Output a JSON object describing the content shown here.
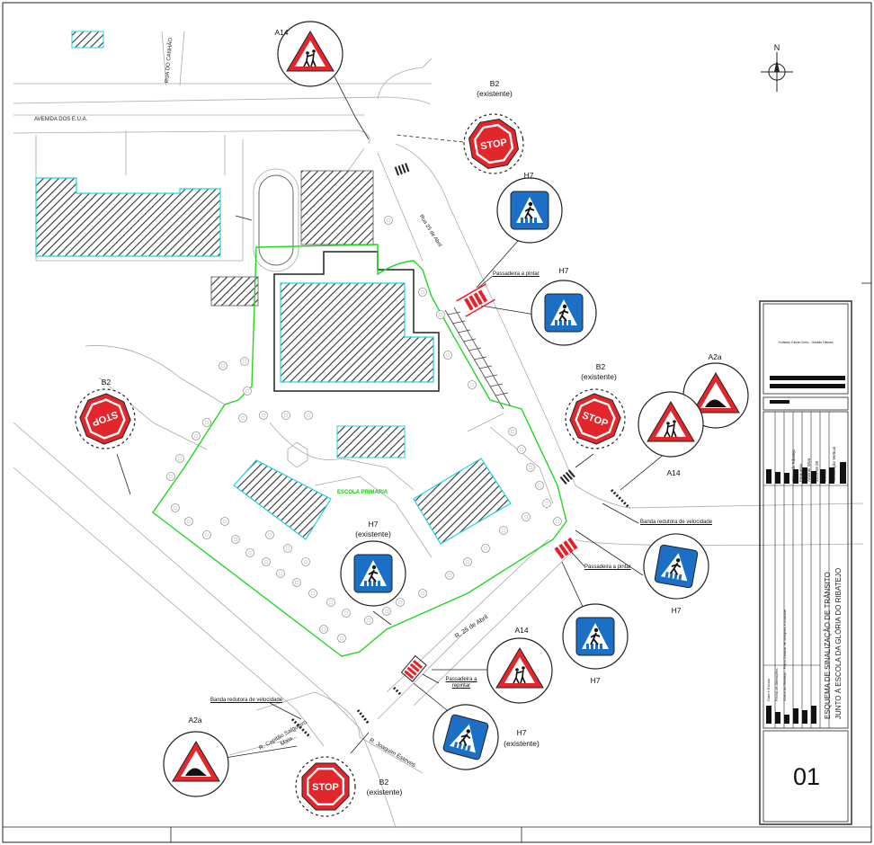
{
  "drawing": {
    "sheet_number": "01",
    "title_line1": "ESQUEMA DE SINALIZAÇÃO DE TRÂNSITO",
    "title_line2": "JUNTO À ESCOLA DA GLÓRIA DO RIBATEJO",
    "logo_text": "+Ulisses Glória Certo - Gestão Ulisses",
    "block_fields": [
      "Glória do Ribatejo",
      "Freguesia",
      "António Silva",
      "2019-03-28",
      "1:1000",
      "Sinalização Vertical"
    ],
    "block_small": [
      "Glória do Ribatejo - Plano Salazar de Marques e Andrade",
      "Fecha de Alterações",
      "Data e Escala"
    ]
  },
  "streets": {
    "avenida": "AVENIDA DOS E.U.A.",
    "rua_ouro": "RUA DO CANHÃO",
    "rua_25_abril_short": "Rua 25 de Abril",
    "rua_25_abril": "R. 25 de Abril",
    "capitao": "R. Capitão Salgueiro Maia",
    "joaquim": "R. Joaquim Esteves"
  },
  "school_label": "ESCOLA PRIMARIA",
  "signs": [
    {
      "code": "A14",
      "note": ""
    },
    {
      "code": "B2",
      "note": "(existente)"
    },
    {
      "code": "H7",
      "note": ""
    },
    {
      "code": "H7",
      "note": ""
    },
    {
      "code": "B2",
      "note": "(existente)"
    },
    {
      "code": "A2a",
      "note": ""
    },
    {
      "code": "A14",
      "note": ""
    },
    {
      "code": "B2",
      "note": ""
    },
    {
      "code": "H7",
      "note": "(existente)"
    },
    {
      "code": "H7",
      "note": ""
    },
    {
      "code": "H7",
      "note": ""
    },
    {
      "code": "A14",
      "note": ""
    },
    {
      "code": "H7",
      "note": "(existente)"
    },
    {
      "code": "A2a",
      "note": ""
    },
    {
      "code": "B2",
      "note": "(existente)"
    }
  ],
  "stop_text": "STOP",
  "callouts": {
    "passadeira_pintar_1": "Passadeira a pintar",
    "passadeira_pintar_2": "Passadeira a pintar",
    "passadeira_repintar": "Passadeira a repintar",
    "banda_1": "Banda redutora de velocidade",
    "banda_2": "Banda redutora de velocidade"
  },
  "north_label": "N",
  "colors": {
    "sign_red": "#e3262b",
    "sign_blue": "#1b6fc4",
    "boundary_green": "#20d820",
    "cyan_outline": "#22d3e0",
    "paint_red": "#e8202a"
  }
}
